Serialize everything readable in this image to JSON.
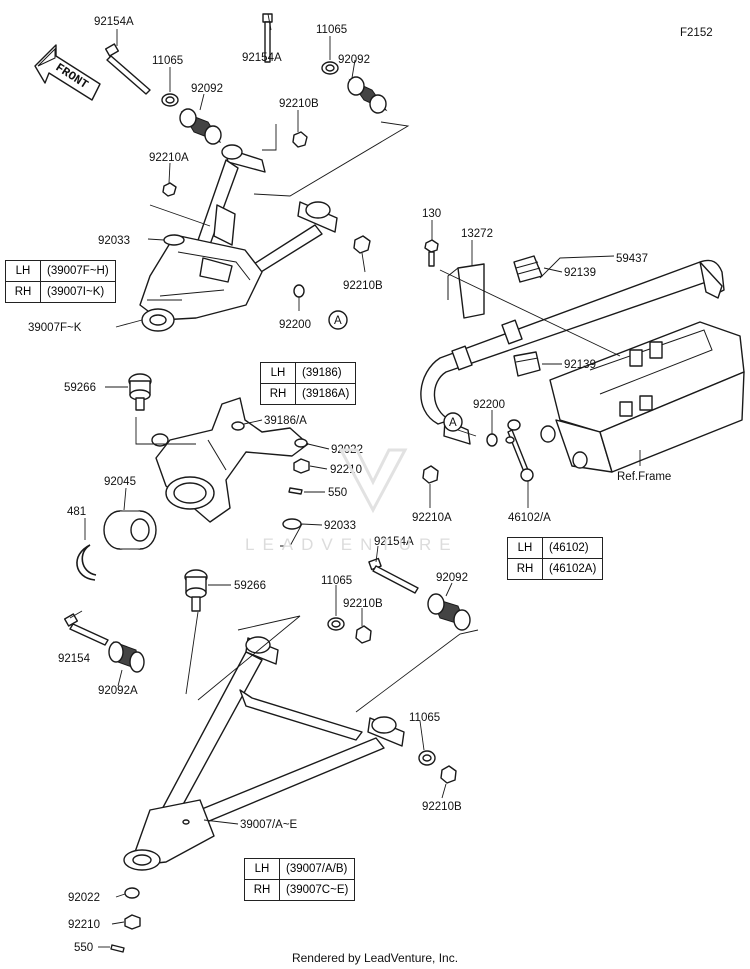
{
  "figure_code": "F2152",
  "front_arrow_label": "FRONT",
  "footer": "Rendered by LeadVenture, Inc.",
  "watermark": "LEADVENTURE",
  "callouts": [
    {
      "id": "c-92154A-a",
      "text": "92154A"
    },
    {
      "id": "c-11065-a",
      "text": "11065"
    },
    {
      "id": "c-92092-a",
      "text": "92092"
    },
    {
      "id": "c-92154A-b",
      "text": "92154A"
    },
    {
      "id": "c-11065-b",
      "text": "11065"
    },
    {
      "id": "c-92092-b",
      "text": "92092"
    },
    {
      "id": "c-92210B-a",
      "text": "92210B"
    },
    {
      "id": "c-92210A-a",
      "text": "92210A"
    },
    {
      "id": "c-92033-a",
      "text": "92033"
    },
    {
      "id": "c-92210B-b",
      "text": "92210B"
    },
    {
      "id": "c-92200-a",
      "text": "92200"
    },
    {
      "id": "c-39007FK",
      "text": "39007F~K"
    },
    {
      "id": "c-59266-a",
      "text": "59266"
    },
    {
      "id": "c-39186A",
      "text": "39186/A"
    },
    {
      "id": "c-92022-a",
      "text": "92022"
    },
    {
      "id": "c-92210-a",
      "text": "92210"
    },
    {
      "id": "c-550-a",
      "text": "550"
    },
    {
      "id": "c-92033-b",
      "text": "92033"
    },
    {
      "id": "c-92045",
      "text": "92045"
    },
    {
      "id": "c-481",
      "text": "481"
    },
    {
      "id": "c-59266-b",
      "text": "59266"
    },
    {
      "id": "c-130",
      "text": "130"
    },
    {
      "id": "c-13272",
      "text": "13272"
    },
    {
      "id": "c-59437",
      "text": "59437"
    },
    {
      "id": "c-92139-a",
      "text": "92139"
    },
    {
      "id": "c-92139-b",
      "text": "92139"
    },
    {
      "id": "c-92200-b",
      "text": "92200"
    },
    {
      "id": "c-refframe",
      "text": "Ref.Frame"
    },
    {
      "id": "c-92210A-b",
      "text": "92210A"
    },
    {
      "id": "c-46102A",
      "text": "46102/A"
    },
    {
      "id": "c-92154A-c",
      "text": "92154A"
    },
    {
      "id": "c-11065-c",
      "text": "11065"
    },
    {
      "id": "c-92210B-c",
      "text": "92210B"
    },
    {
      "id": "c-92092-c",
      "text": "92092"
    },
    {
      "id": "c-92154",
      "text": "92154"
    },
    {
      "id": "c-92092A",
      "text": "92092A"
    },
    {
      "id": "c-11065-d",
      "text": "11065"
    },
    {
      "id": "c-92210B-d",
      "text": "92210B"
    },
    {
      "id": "c-39007AE",
      "text": "39007/A~E"
    },
    {
      "id": "c-92022-b",
      "text": "92022"
    },
    {
      "id": "c-92210-b",
      "text": "92210"
    },
    {
      "id": "c-550-b",
      "text": "550"
    }
  ],
  "ref_markers": [
    "A",
    "A"
  ],
  "tables": {
    "upper_arm": {
      "rows": [
        {
          "side": "LH",
          "part": "(39007F~H)"
        },
        {
          "side": "RH",
          "part": "(39007I~K)"
        }
      ]
    },
    "knuckle": {
      "rows": [
        {
          "side": "LH",
          "part": "(39186)"
        },
        {
          "side": "RH",
          "part": "(39186A)"
        }
      ]
    },
    "link": {
      "rows": [
        {
          "side": "LH",
          "part": "(46102)"
        },
        {
          "side": "RH",
          "part": "(46102A)"
        }
      ]
    },
    "lower_arm": {
      "rows": [
        {
          "side": "LH",
          "part": "(39007/A/B)"
        },
        {
          "side": "RH",
          "part": "(39007C~E)"
        }
      ]
    }
  }
}
